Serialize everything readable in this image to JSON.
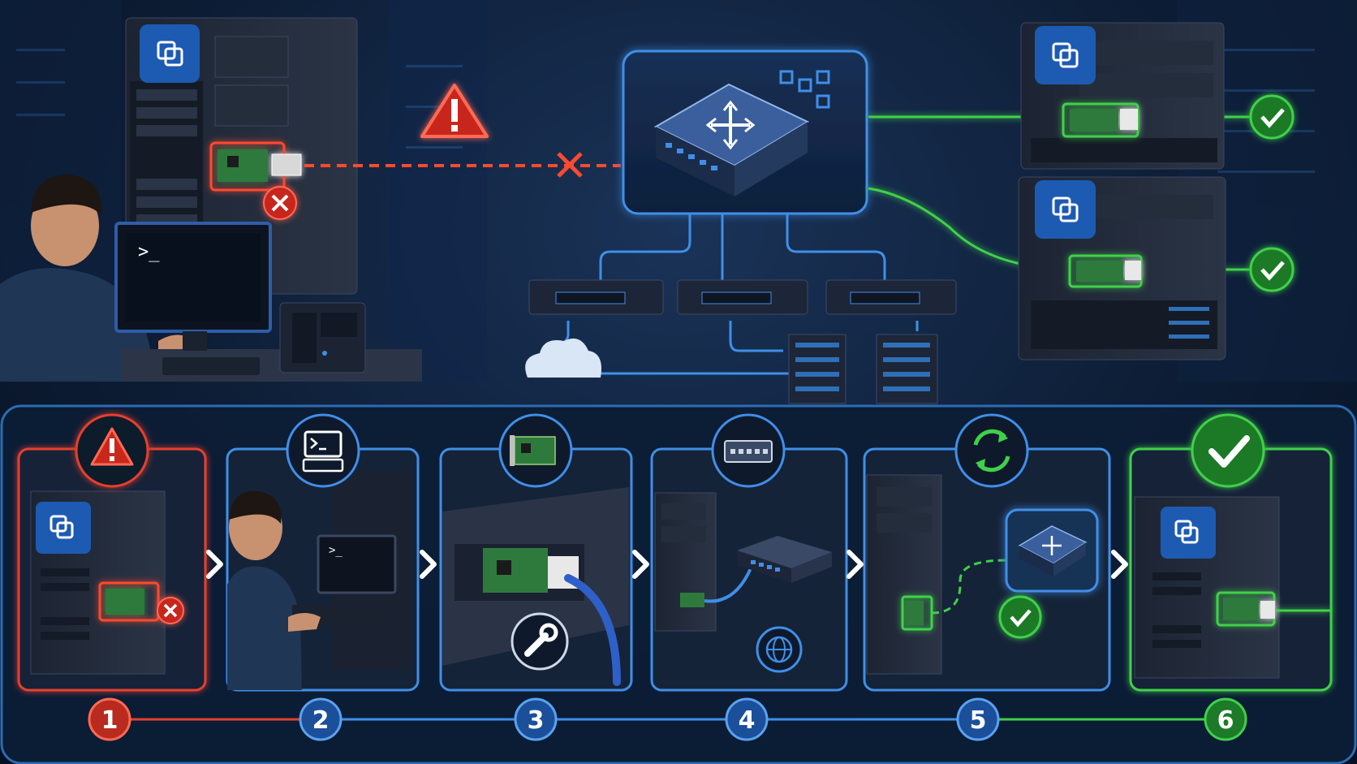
{
  "terminal_prompt": ">_",
  "steps": [
    {
      "number": "1",
      "icon": "warning-icon",
      "status": "error"
    },
    {
      "number": "2",
      "icon": "terminal-icon",
      "status": "progress"
    },
    {
      "number": "3",
      "icon": "network-card-icon",
      "status": "progress"
    },
    {
      "number": "4",
      "icon": "switch-icon",
      "status": "progress"
    },
    {
      "number": "5",
      "icon": "refresh-icon",
      "status": "progress"
    },
    {
      "number": "6",
      "icon": "checkmark-icon",
      "status": "success"
    }
  ],
  "colors": {
    "error": "#e5402f",
    "progress": "#3f8fe8",
    "success": "#3fd14a",
    "background": "#0d1d35"
  }
}
